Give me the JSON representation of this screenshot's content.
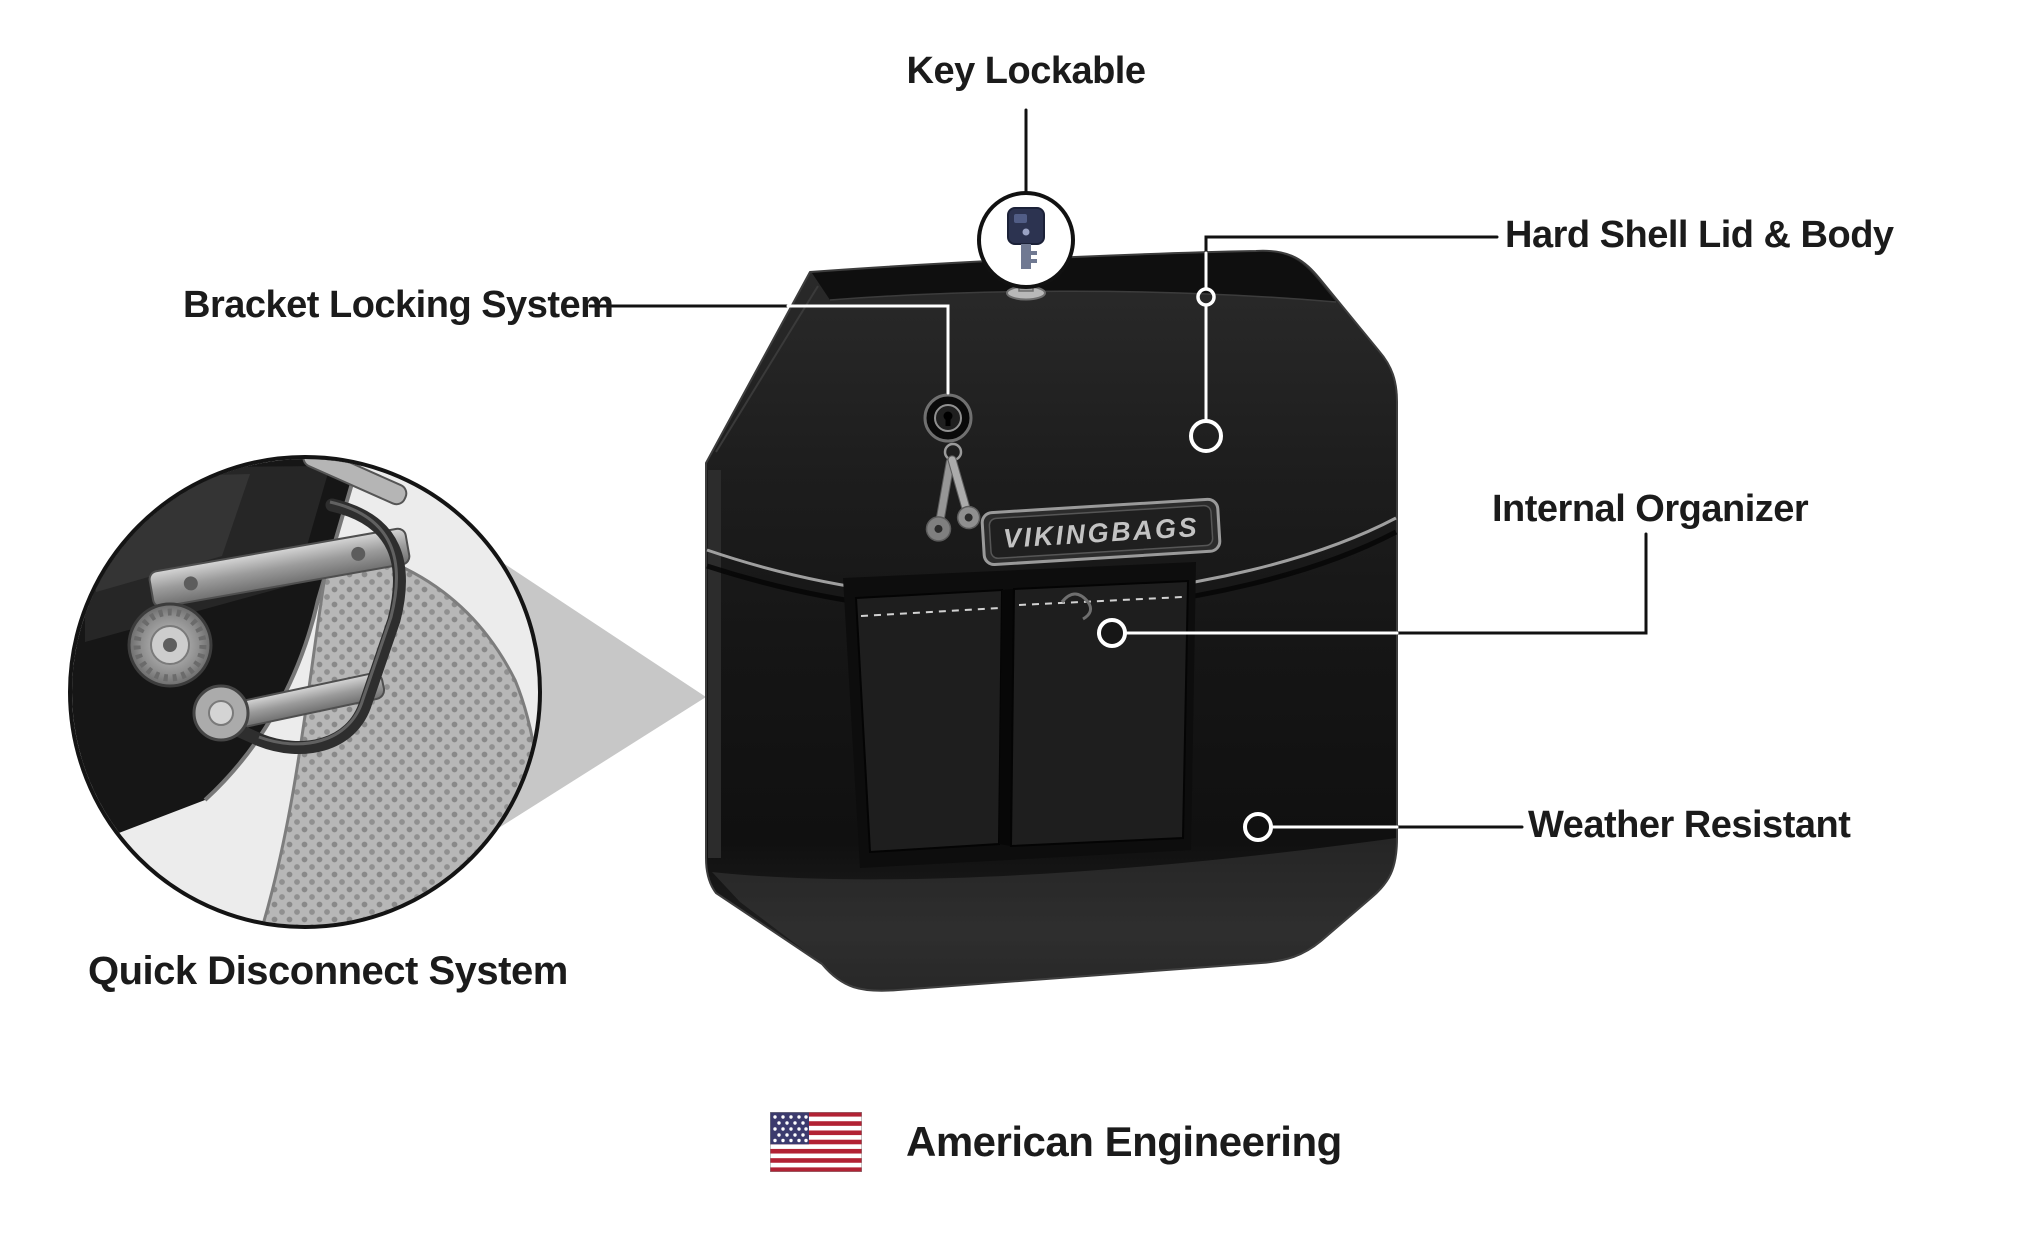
{
  "callouts": {
    "key_lockable": "Key Lockable",
    "hard_shell": "Hard Shell Lid & Body",
    "bracket_locking": "Bracket Locking System",
    "internal_organizer": "Internal Organizer",
    "weather_resistant": "Weather Resistant",
    "quick_disconnect": "Quick Disconnect System"
  },
  "footer": {
    "text": "American Engineering"
  },
  "product": {
    "brand_plate": "VIKINGBAGS"
  },
  "icons": {
    "key": "key-icon",
    "keyhole": "keyhole-lock-icon",
    "flag": "us-flag-icon"
  },
  "colors": {
    "shell_black": "#161616",
    "label_text": "#1b1b1b",
    "callout_line_dark": "#111111",
    "callout_line_light": "#ffffff",
    "cone_gray": "#c7c7c7",
    "flag_red": "#b22234",
    "flag_blue": "#3c3b6e"
  }
}
